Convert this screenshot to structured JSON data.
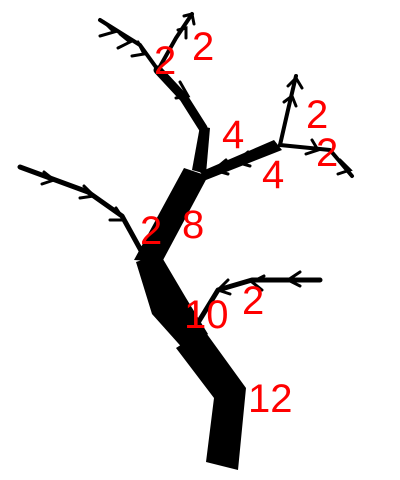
{
  "colors": {
    "branch": "#000000",
    "label": "#ff0000",
    "background": "#ffffff"
  },
  "branches": [
    {
      "id": "trunk-base",
      "flow": 12
    },
    {
      "id": "trunk-mid",
      "flow": 10
    },
    {
      "id": "lower-right-branch",
      "flow": 2
    },
    {
      "id": "trunk-upper",
      "flow": 8
    },
    {
      "id": "left-branch",
      "flow": 2
    },
    {
      "id": "center-branch",
      "flow": 4
    },
    {
      "id": "right-branch",
      "flow": 4
    },
    {
      "id": "right-upper-twig",
      "flow": 2
    },
    {
      "id": "right-lower-twig",
      "flow": 2
    },
    {
      "id": "top-left-twig",
      "flow": 2
    },
    {
      "id": "top-right-twig",
      "flow": 2
    }
  ],
  "labels": {
    "trunk_base": "12",
    "trunk_mid": "10",
    "lower_right_branch": "2",
    "trunk_upper": "8",
    "left_branch": "2",
    "center_branch": "4",
    "right_branch": "4",
    "right_upper_twig": "2",
    "right_lower_twig": "2",
    "top_left_twig": "2",
    "top_right_twig": "2"
  }
}
